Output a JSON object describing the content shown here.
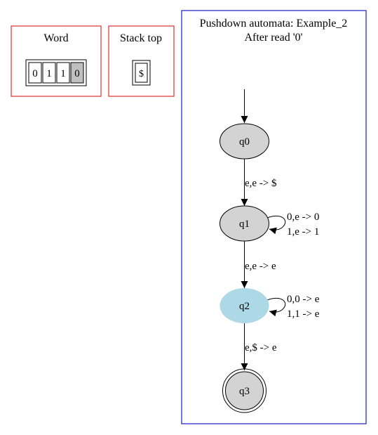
{
  "word_panel": {
    "title": "Word",
    "symbols": [
      "0",
      "1",
      "1",
      "0"
    ],
    "highlighted_index": 3
  },
  "stack_panel": {
    "title": "Stack top",
    "symbols": [
      "$"
    ]
  },
  "automaton": {
    "title_line1": "Pushdown automata: Example_2",
    "title_line2": "After read '0'",
    "states": [
      {
        "id": "q0",
        "label": "q0",
        "accepting": false,
        "current": false
      },
      {
        "id": "q1",
        "label": "q1",
        "accepting": false,
        "current": false
      },
      {
        "id": "q2",
        "label": "q2",
        "accepting": false,
        "current": true
      },
      {
        "id": "q3",
        "label": "q3",
        "accepting": true,
        "current": false
      }
    ],
    "transitions": [
      {
        "from": "q0",
        "to": "q1",
        "label": "e,e -> $"
      },
      {
        "from": "q1",
        "to": "q1",
        "label_line1": "0,e -> 0",
        "label_line2": "1,e -> 1"
      },
      {
        "from": "q1",
        "to": "q2",
        "label": "e,e -> e"
      },
      {
        "from": "q2",
        "to": "q2",
        "label_line1": "0,0 -> e",
        "label_line2": "1,1 -> e"
      },
      {
        "from": "q2",
        "to": "q3",
        "label": "e,$ -> e"
      }
    ]
  },
  "colors": {
    "panel_border": "#e03030",
    "automaton_border": "#1a1acc",
    "state_fill": "#d3d3d3",
    "current_state_fill": "#add8e6",
    "highlight_cell": "#c0c0c0"
  }
}
